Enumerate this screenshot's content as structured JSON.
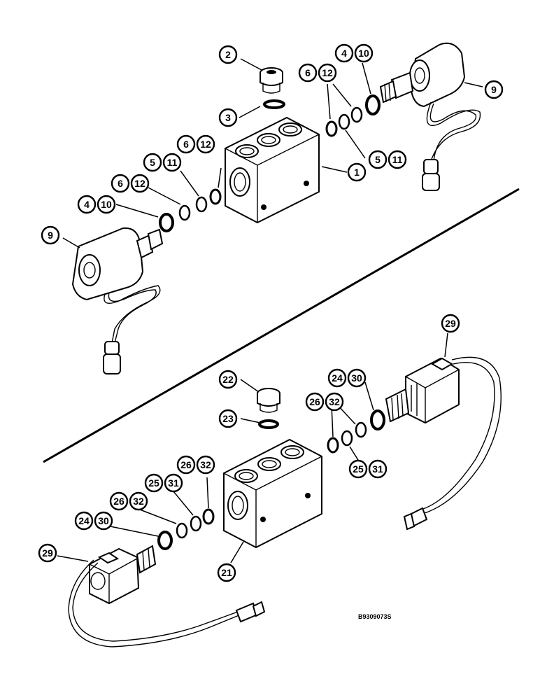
{
  "doc_number": "B9309073S",
  "callouts": [
    {
      "id": "c-2",
      "label": "2"
    },
    {
      "id": "c-3",
      "label": "3"
    },
    {
      "id": "c-4a",
      "label": "4"
    },
    {
      "id": "c-10a",
      "label": "10"
    },
    {
      "id": "c-6a",
      "label": "6"
    },
    {
      "id": "c-12a",
      "label": "12"
    },
    {
      "id": "c-9a",
      "label": "9"
    },
    {
      "id": "c-1",
      "label": "1"
    },
    {
      "id": "c-5a",
      "label": "5"
    },
    {
      "id": "c-11a",
      "label": "11"
    },
    {
      "id": "c-6b",
      "label": "6"
    },
    {
      "id": "c-12b",
      "label": "12"
    },
    {
      "id": "c-5b",
      "label": "5"
    },
    {
      "id": "c-11b",
      "label": "11"
    },
    {
      "id": "c-6c",
      "label": "6"
    },
    {
      "id": "c-12c",
      "label": "12"
    },
    {
      "id": "c-4b",
      "label": "4"
    },
    {
      "id": "c-10b",
      "label": "10"
    },
    {
      "id": "c-9b",
      "label": "9"
    },
    {
      "id": "c-29a",
      "label": "29"
    },
    {
      "id": "c-22",
      "label": "22"
    },
    {
      "id": "c-24a",
      "label": "24"
    },
    {
      "id": "c-30a",
      "label": "30"
    },
    {
      "id": "c-26a",
      "label": "26"
    },
    {
      "id": "c-32a",
      "label": "32"
    },
    {
      "id": "c-23",
      "label": "23"
    },
    {
      "id": "c-25a",
      "label": "25"
    },
    {
      "id": "c-31a",
      "label": "31"
    },
    {
      "id": "c-26b",
      "label": "26"
    },
    {
      "id": "c-32b",
      "label": "32"
    },
    {
      "id": "c-25b",
      "label": "25"
    },
    {
      "id": "c-31b",
      "label": "31"
    },
    {
      "id": "c-26c",
      "label": "26"
    },
    {
      "id": "c-32c",
      "label": "32"
    },
    {
      "id": "c-24b",
      "label": "24"
    },
    {
      "id": "c-30b",
      "label": "30"
    },
    {
      "id": "c-29b",
      "label": "29"
    },
    {
      "id": "c-21",
      "label": "21"
    }
  ]
}
